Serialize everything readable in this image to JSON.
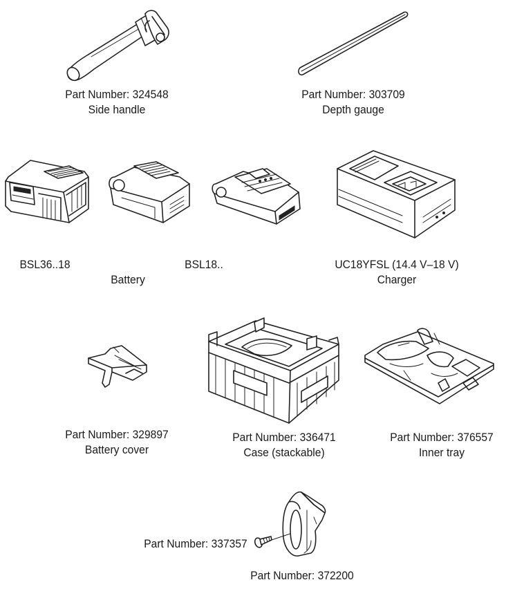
{
  "side_handle": {
    "part_number": "Part Number: 324548",
    "name": "Side handle"
  },
  "depth_gauge": {
    "part_number": "Part Number: 303709",
    "name": "Depth gauge"
  },
  "battery": {
    "model_a": "BSL36..18",
    "model_b": "BSL18..",
    "name": "Battery"
  },
  "charger": {
    "model": "UC18YFSL (14.4 V–18 V)",
    "name": "Charger"
  },
  "battery_cover": {
    "part_number": "Part Number: 329897",
    "name": "Battery cover"
  },
  "case": {
    "part_number": "Part Number: 336471",
    "name": "Case (stackable)"
  },
  "inner_tray": {
    "part_number": "Part Number: 376557",
    "name": "Inner tray"
  },
  "screw": {
    "part_number": "Part Number: 337357"
  },
  "holder": {
    "part_number": "Part Number: 372200"
  },
  "icons": [
    "side-handle-icon",
    "depth-gauge-icon",
    "battery-36v-icon",
    "battery-18v-icon",
    "battery-18v-slim-icon",
    "charger-icon",
    "battery-cover-icon",
    "case-icon",
    "inner-tray-icon",
    "screw-icon",
    "holder-icon"
  ]
}
